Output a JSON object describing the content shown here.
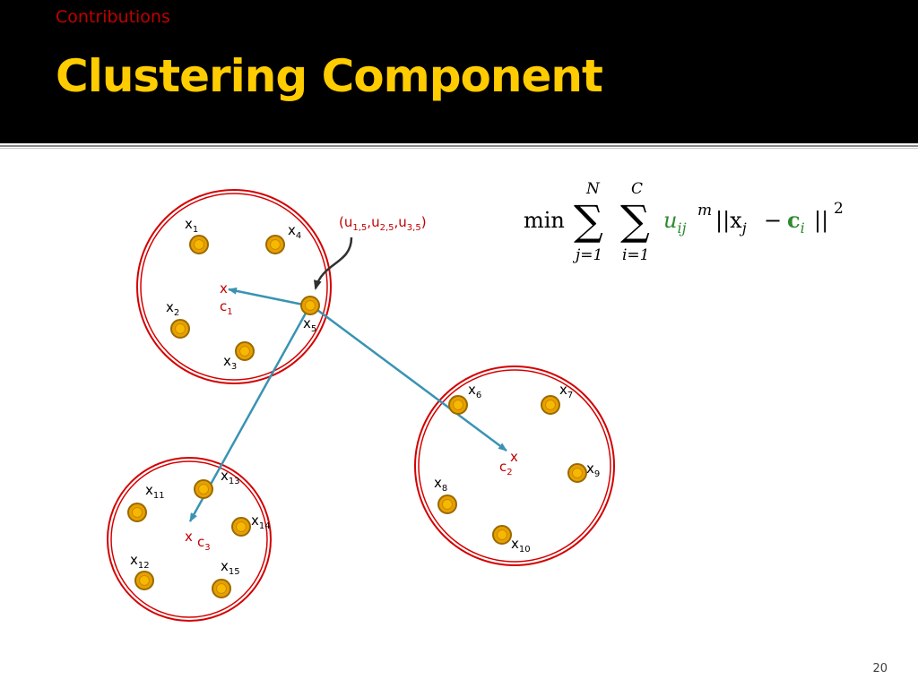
{
  "header": {
    "section": "Contributions",
    "title": "Clustering Component"
  },
  "page_number": "20",
  "colors": {
    "header_bg": "#000000",
    "title": "#ffcc00",
    "accent_red": "#c00000",
    "point_fill": "#e8a000",
    "arrow": "#3a93b3",
    "formula_green": "#2e8b2e"
  },
  "points": [
    {
      "base": "x",
      "sub": "1"
    },
    {
      "base": "x",
      "sub": "2"
    },
    {
      "base": "x",
      "sub": "3"
    },
    {
      "base": "x",
      "sub": "4"
    },
    {
      "base": "x",
      "sub": "5"
    },
    {
      "base": "x",
      "sub": "6"
    },
    {
      "base": "x",
      "sub": "7"
    },
    {
      "base": "x",
      "sub": "8"
    },
    {
      "base": "x",
      "sub": "9"
    },
    {
      "base": "x",
      "sub": "10"
    },
    {
      "base": "x",
      "sub": "11"
    },
    {
      "base": "x",
      "sub": "12"
    },
    {
      "base": "x",
      "sub": "13"
    },
    {
      "base": "x",
      "sub": "14"
    },
    {
      "base": "x",
      "sub": "15"
    }
  ],
  "centroids": [
    {
      "mark": "x",
      "base": "c",
      "sub": "1"
    },
    {
      "mark": "x",
      "base": "c",
      "sub": "2"
    },
    {
      "mark": "x",
      "base": "c",
      "sub": "3"
    }
  ],
  "membership": {
    "open": "(",
    "u": "u",
    "subs": [
      "1,5",
      "2,5",
      "3,5"
    ],
    "sep": ",",
    "close": ")"
  },
  "formula": {
    "min": "min",
    "sum1_top": "N",
    "sum1_bottom": "j=1",
    "sum2_top": "C",
    "sum2_bottom": "i=1",
    "u": "u",
    "u_sub": "ij",
    "u_sup": "m",
    "norm_open": "||x",
    "x_sub": "j",
    "minus": "−",
    "c": "c",
    "c_sub": "i",
    "norm_close": "||",
    "power": "2",
    "sigma": "∑"
  }
}
